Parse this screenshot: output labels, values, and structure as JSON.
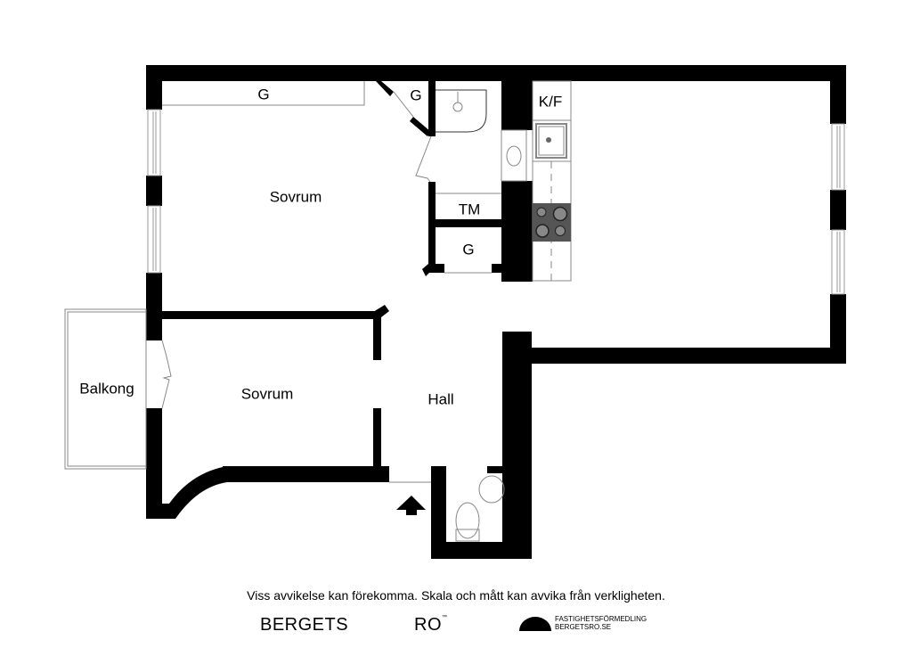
{
  "floorplan": {
    "rooms": [
      {
        "id": "closet-top-left",
        "label": "G"
      },
      {
        "id": "closet-corner",
        "label": "G"
      },
      {
        "id": "kitchen",
        "label": "K/F"
      },
      {
        "id": "bedroom-1",
        "label": "Sovrum"
      },
      {
        "id": "laundry",
        "label": "TM"
      },
      {
        "id": "closet-hall",
        "label": "G"
      },
      {
        "id": "balcony",
        "label": "Balkong"
      },
      {
        "id": "bedroom-2",
        "label": "Sovrum"
      },
      {
        "id": "hall",
        "label": "Hall"
      }
    ],
    "entrance_marker": "entrance-arrow",
    "colors": {
      "wall": "#000000",
      "stove": "#555555",
      "burner": "#888888",
      "fixture_line": "#777777"
    }
  },
  "footer": {
    "disclaimer": "Viss avvikelse kan förekomma. Skala och mått kan avvika från verkligheten.",
    "brand_left": "BERGETS",
    "brand_right": "RO",
    "brand_tm": "™",
    "agency_line1": "FASTIGHETSFÖRMEDLING",
    "agency_line2": "BERGETSRO.SE"
  }
}
